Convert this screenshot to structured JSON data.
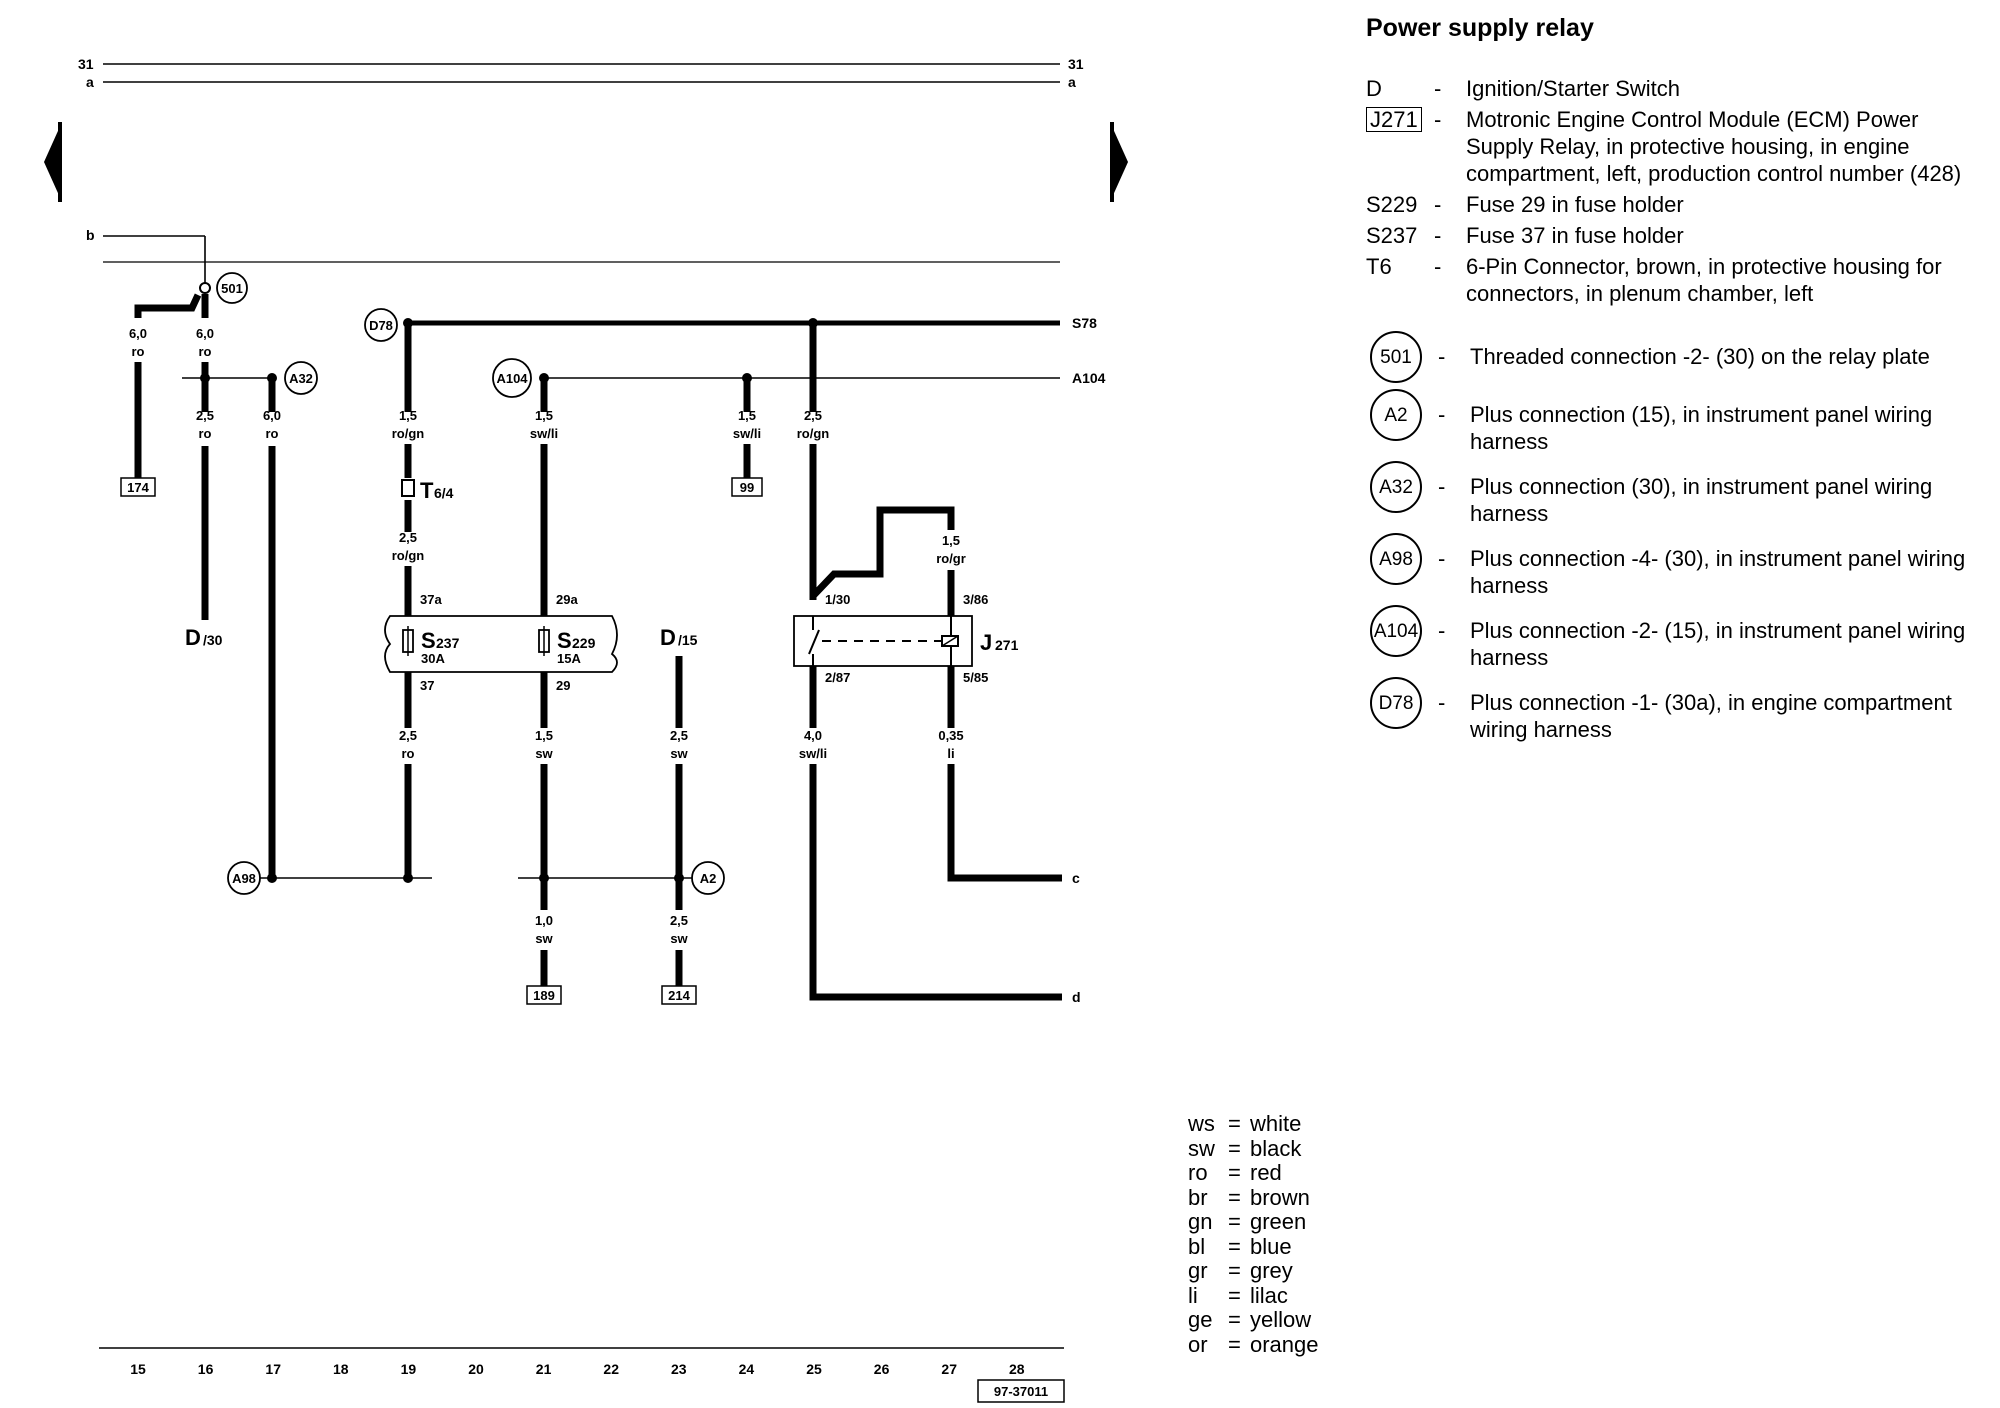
{
  "title": "Power supply relay",
  "components": [
    {
      "code": "D",
      "desc": "Ignition/Starter Switch",
      "boxed": false
    },
    {
      "code": "J271",
      "desc": "Motronic Engine Control Module (ECM) Power Supply Relay, in protective housing, in engine compartment, left, production control number (428)",
      "boxed": true
    },
    {
      "code": "S229",
      "desc": "Fuse 29 in fuse holder",
      "boxed": false
    },
    {
      "code": "S237",
      "desc": "Fuse 37 in fuse holder",
      "boxed": false
    },
    {
      "code": "T6",
      "desc": "6-Pin Connector, brown, in protective housing for connectors, in plenum chamber, left",
      "boxed": false
    }
  ],
  "connections": [
    {
      "code": "501",
      "desc": "Threaded connection -2- (30) on the relay plate"
    },
    {
      "code": "A2",
      "desc": "Plus connection (15), in instrument panel wiring harness"
    },
    {
      "code": "A32",
      "desc": "Plus connection (30), in instrument panel wiring harness"
    },
    {
      "code": "A98",
      "desc": "Plus connection -4- (30), in instrument panel wiring harness"
    },
    {
      "code": "A104",
      "desc": "Plus connection -2- (15), in instrument panel wiring harness"
    },
    {
      "code": "D78",
      "desc": "Plus connection -1- (30a), in engine compartment wiring harness"
    }
  ],
  "colors": [
    {
      "abbr": "ws",
      "name": "white"
    },
    {
      "abbr": "sw",
      "name": "black"
    },
    {
      "abbr": "ro",
      "name": "red"
    },
    {
      "abbr": "br",
      "name": "brown"
    },
    {
      "abbr": "gn",
      "name": "green"
    },
    {
      "abbr": "bl",
      "name": "blue"
    },
    {
      "abbr": "gr",
      "name": "grey"
    },
    {
      "abbr": "li",
      "name": "lilac"
    },
    {
      "abbr": "ge",
      "name": "yellow"
    },
    {
      "abbr": "or",
      "name": "orange"
    }
  ],
  "diagram": {
    "bus": {
      "b31": "31",
      "ba": "a",
      "bb": "b",
      "c": "c",
      "d": "d",
      "s78": "S78",
      "a104": "A104"
    },
    "circles": {
      "c501": "501",
      "a32": "A32",
      "d78": "D78",
      "a104": "A104",
      "a98": "A98",
      "a2": "A2"
    },
    "boxes": {
      "b174": "174",
      "b99": "99",
      "b189": "189",
      "b214": "214"
    },
    "wires": {
      "w1_s": "6,0",
      "w1_c": "ro",
      "w2_s": "6,0",
      "w2_c": "ro",
      "w3_s": "2,5",
      "w3_c": "ro",
      "w4_s": "6,0",
      "w4_c": "ro",
      "w5_s": "1,5",
      "w5_c": "ro/gn",
      "w6_s": "2,5",
      "w6_c": "ro/gn",
      "w7_s": "1,5",
      "w7_c": "sw/li",
      "w8_s": "1,5",
      "w8_c": "sw/li",
      "w9_s": "2,5",
      "w9_c": "ro/gn",
      "w10_s": "1,5",
      "w10_c": "ro/gr",
      "w11_s": "2,5",
      "w11_c": "ro",
      "w12_s": "1,5",
      "w12_c": "sw",
      "w13_s": "2,5",
      "w13_c": "sw",
      "w14_s": "4,0",
      "w14_c": "sw/li",
      "w15_s": "0,35",
      "w15_c": "li",
      "w16_s": "1,0",
      "w16_c": "sw",
      "w17_s": "2,5",
      "w17_c": "sw"
    },
    "pins": {
      "p37a": "37a",
      "p29a": "29a",
      "p37": "37",
      "p29": "29",
      "p130": "1/30",
      "p386": "3/86",
      "p287": "2/87",
      "p585": "5/85"
    },
    "labels": {
      "t6": "T",
      "t6s": "6/4",
      "d30": "D",
      "d30s": "/30",
      "d15": "D",
      "d15s": "/15",
      "s237": "S",
      "s237s": "237",
      "s237a": "30A",
      "s229": "S",
      "s229s": "229",
      "s229a": "15A",
      "j271": "J",
      "j271s": "271",
      "ref": "97-37011"
    },
    "columns": [
      "15",
      "16",
      "17",
      "18",
      "19",
      "20",
      "21",
      "22",
      "23",
      "24",
      "25",
      "26",
      "27",
      "28"
    ]
  }
}
